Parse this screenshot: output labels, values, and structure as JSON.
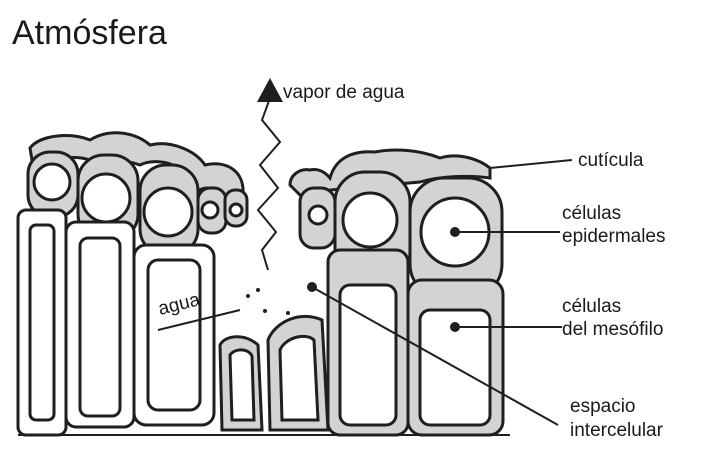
{
  "title": "Atmósfera",
  "labels": {
    "vapor": "vapor de agua",
    "agua": "agua",
    "cuticula": "cutícula",
    "epidermales_1": "células",
    "epidermales_2": "epidermales",
    "mesofilo_1": "células",
    "mesofilo_2": "del mesófilo",
    "espacio_1": "espacio",
    "espacio_2": "intercelular"
  },
  "colors": {
    "stroke": "#1f1f1f",
    "wall_fill": "#d3d3d3",
    "cell_fill": "#ffffff"
  }
}
